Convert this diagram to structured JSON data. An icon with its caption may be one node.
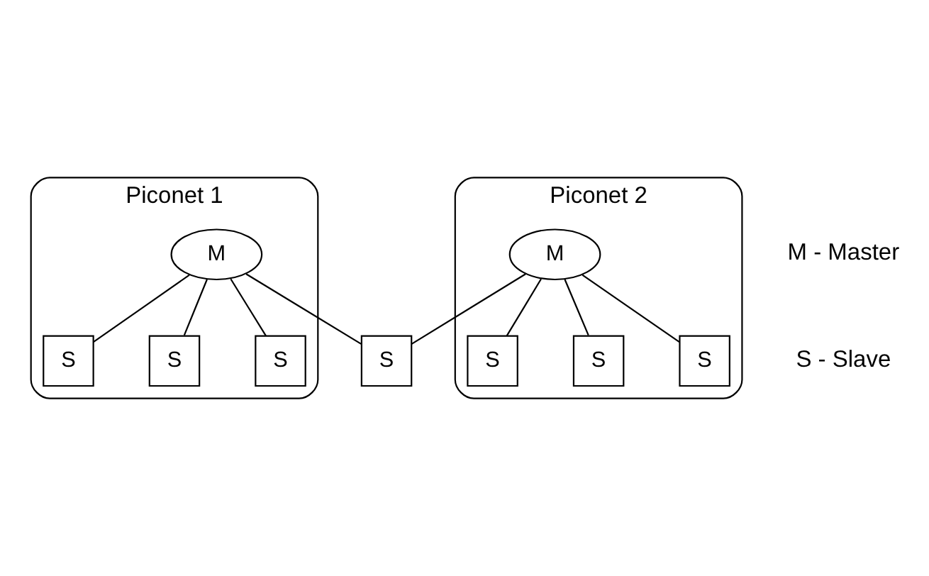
{
  "diagram": {
    "nodes": [
      {
        "text": [
          "Piconet 1"
        ]
      },
      {
        "text": [
          "S"
        ],
        "in": 0
      },
      {
        "text": [
          "M"
        ],
        "in": 0
      },
      {
        "text": [
          "S"
        ],
        "in": 0
      },
      {
        "text": [
          "S"
        ],
        "in": 0
      },
      {
        "text": [
          "S"
        ]
      },
      {
        "text": [
          "Piconet 2"
        ]
      },
      {
        "text": [
          "M"
        ],
        "in": 6
      },
      {
        "text": [
          "S"
        ],
        "in": 6
      },
      {
        "text": [
          "S"
        ],
        "in": 6
      },
      {
        "text": [
          "S"
        ],
        "in": 6
      }
    ],
    "edges": [
      {
        "from": 2,
        "to": 1,
        "arrow": "none"
      },
      {
        "from": 2,
        "to": 3,
        "arrow": "none"
      },
      {
        "from": 2,
        "to": 4,
        "arrow": "none"
      },
      {
        "from": 2,
        "to": 5,
        "arrow": "none"
      },
      {
        "from": 7,
        "to": 5,
        "arrow": "none"
      },
      {
        "from": 7,
        "to": 9,
        "arrow": "none"
      },
      {
        "from": 7,
        "to": 10,
        "arrow": "none"
      },
      {
        "from": 7,
        "to": 8,
        "arrow": "none"
      }
    ],
    "labels": [
      "M - Master",
      "S - Slave"
    ]
  }
}
